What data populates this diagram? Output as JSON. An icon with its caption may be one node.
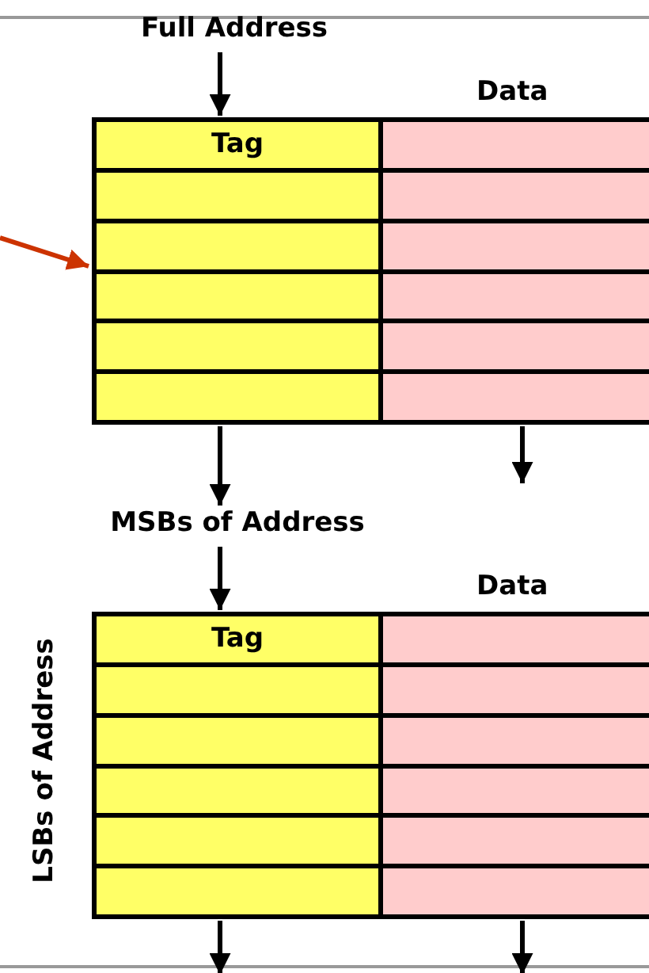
{
  "diagram": {
    "nodes": [
      {
        "text": [
          "Full Address"
        ]
      },
      {
        "text": [
          "Tag"
        ]
      },
      {
        "text": [
          "Data"
        ]
      },
      {
        "text": [
          "MSBs of Address"
        ]
      },
      {
        "text": [
          "Tag"
        ]
      },
      {
        "text": [
          "Data"
        ]
      }
    ],
    "edges": [
      {
        "from": 0,
        "to": 1,
        "arrow": "to"
      },
      {
        "from": null,
        "to": 1,
        "arrow": "to",
        "color": "#cc3300"
      },
      {
        "from": 1,
        "to": 3,
        "arrow": "to"
      },
      {
        "from": 2,
        "to": null,
        "arrow": "to"
      },
      {
        "from": 3,
        "to": 4,
        "arrow": "to"
      },
      {
        "from": 4,
        "to": null,
        "arrow": "to"
      },
      {
        "from": 5,
        "to": null,
        "arrow": "to"
      }
    ],
    "labels": [
      "LSBs of Address"
    ]
  }
}
